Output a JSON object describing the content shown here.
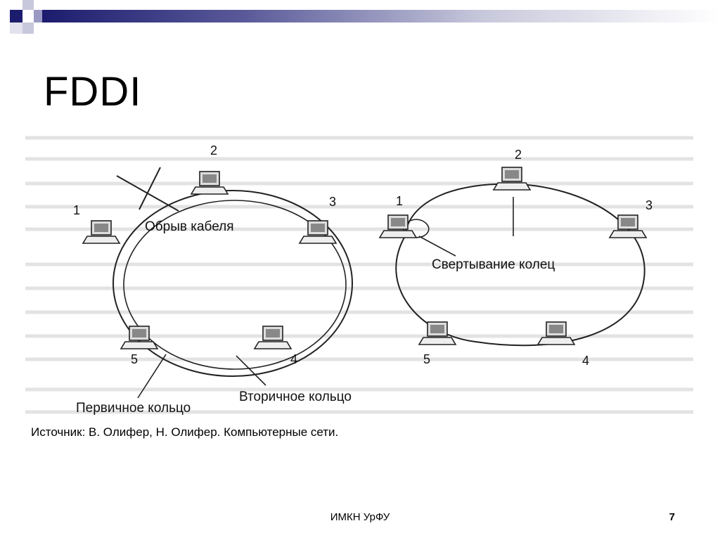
{
  "slide": {
    "title": "FDDI",
    "source": "Источник: В. Олифер, Н. Олифер. Компьютерные сети.",
    "footer": "ИМКН УрФУ",
    "page_number": "7"
  },
  "diagram_left": {
    "nodes": [
      "1",
      "2",
      "3",
      "4",
      "5"
    ],
    "cable_break_label": "Обрыв кабеля",
    "primary_ring_label": "Первичное кольцо",
    "secondary_ring_label": "Вторичное кольцо"
  },
  "diagram_right": {
    "nodes": [
      "1",
      "2",
      "3",
      "4",
      "5"
    ],
    "wrap_label": "Свертывание колец"
  },
  "colors": {
    "accent_dark": "#1c1c6e",
    "accent_mid": "#6b6ba8",
    "accent_light": "#b9b9d6"
  }
}
